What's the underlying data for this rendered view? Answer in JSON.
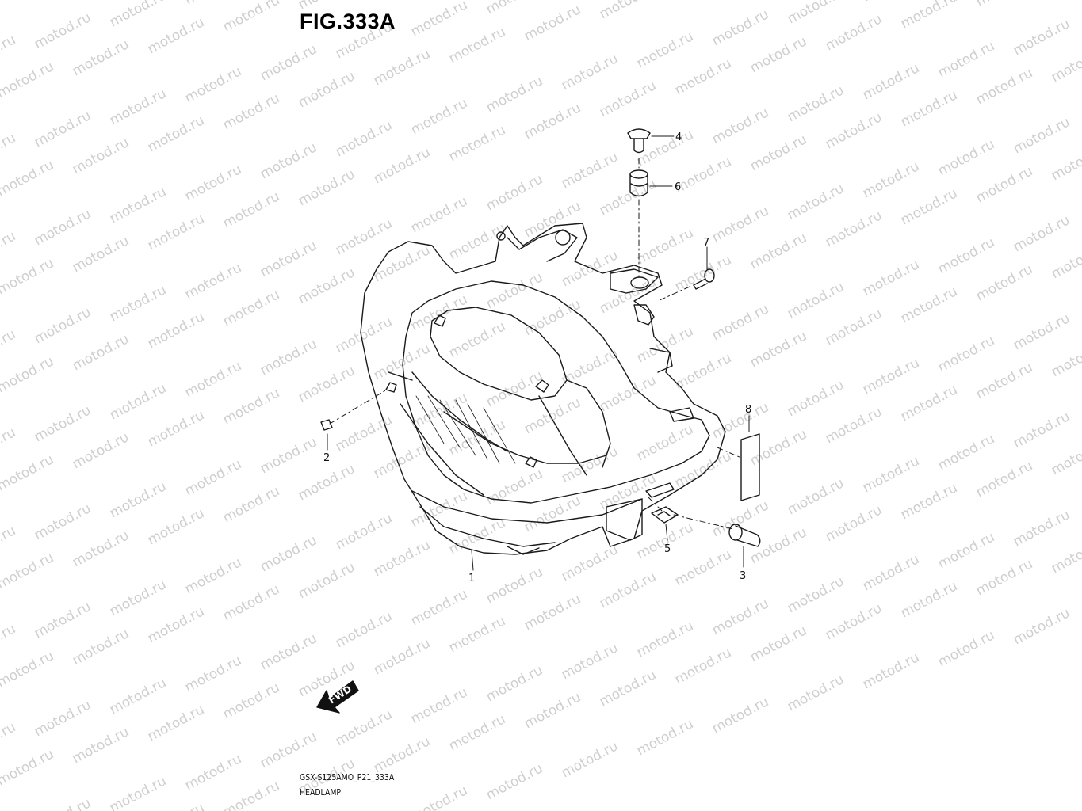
{
  "figure": {
    "title": "FIG.333A",
    "code": "GSX-S125AMO_P21_333A",
    "name": "HEADLAMP",
    "fwd_label": "FWD",
    "watermark": "motod.ru"
  },
  "callouts": [
    "1",
    "2",
    "3",
    "4",
    "5",
    "6",
    "7",
    "8"
  ]
}
